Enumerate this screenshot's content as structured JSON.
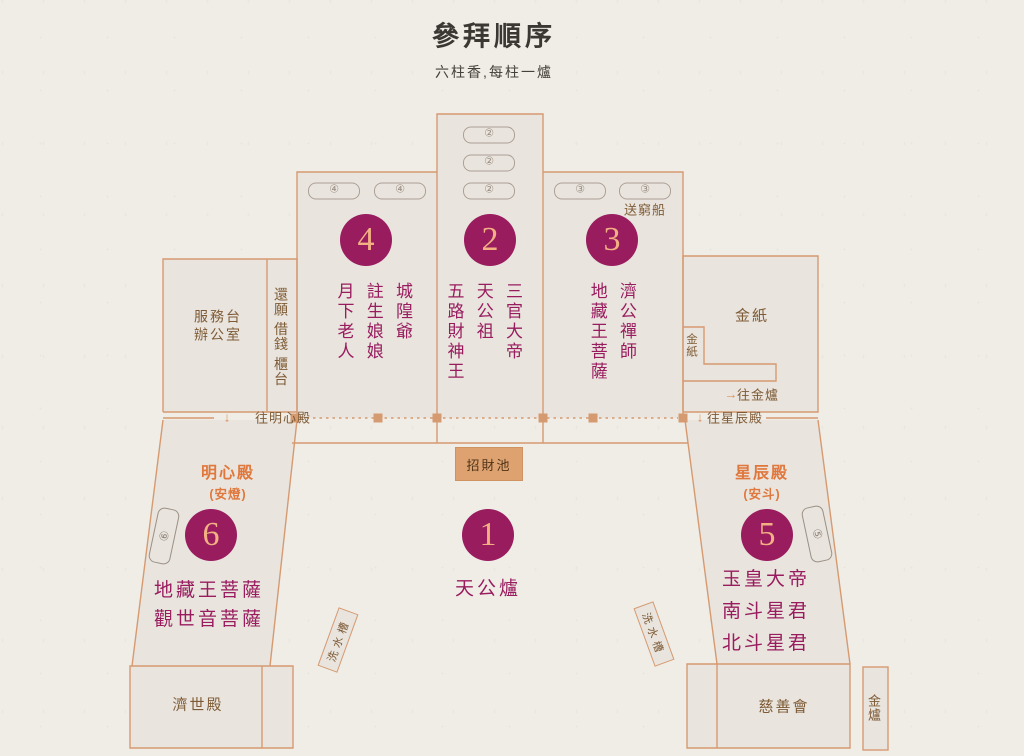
{
  "header": {
    "title": "參拜順序",
    "subtitle": "六柱香,每柱一爐"
  },
  "colors": {
    "bg": "#f0ede7",
    "room": "#e9e4dd",
    "line": "#d69a71",
    "magenta": "#991c5f",
    "number": "#f2b083",
    "orange": "#e0773c",
    "brown": "#7e5b36",
    "pool": "#dda26f"
  },
  "stations": {
    "one": {
      "number": "1",
      "label": "天公爐"
    },
    "two": {
      "number": "2",
      "chip": "②",
      "deities": "三官大帝\n天公祖\n五路財神王"
    },
    "three": {
      "number": "3",
      "chip": "③",
      "deities": "濟公禪師\n地藏王菩薩"
    },
    "four": {
      "number": "4",
      "chip": "④",
      "deities": "城隍爺\n註生娘娘\n月下老人"
    },
    "five": {
      "number": "5",
      "chip": "⑤",
      "hall": "星辰殿",
      "hall_note": "(安斗)",
      "deities": "玉皇大帝\n南斗星君\n北斗星君"
    },
    "six": {
      "number": "6",
      "chip": "⑥",
      "hall": "明心殿",
      "hall_note": "(安燈)",
      "deities": "地藏王菩薩\n觀世音菩薩"
    }
  },
  "rooms": {
    "service_desk": "服務台\n辦公室",
    "counter": "還願 借錢 櫃台",
    "gold_paper": "金紙",
    "gold_paper_small": "金紙",
    "wealth_pool": "招財池",
    "boat": "送窮船",
    "jishi_hall": "濟世殿",
    "charity_hall": "慈善會",
    "incinerator": "金爐",
    "wash_basin_left": "洗水槽",
    "wash_basin_right": "洗水槽"
  },
  "signs": {
    "to_mingxin": "往明心殿",
    "to_xingchen": "往星辰殿",
    "to_incinerator": "往金爐",
    "arrow_down": "↓",
    "arrow_right": "→"
  }
}
